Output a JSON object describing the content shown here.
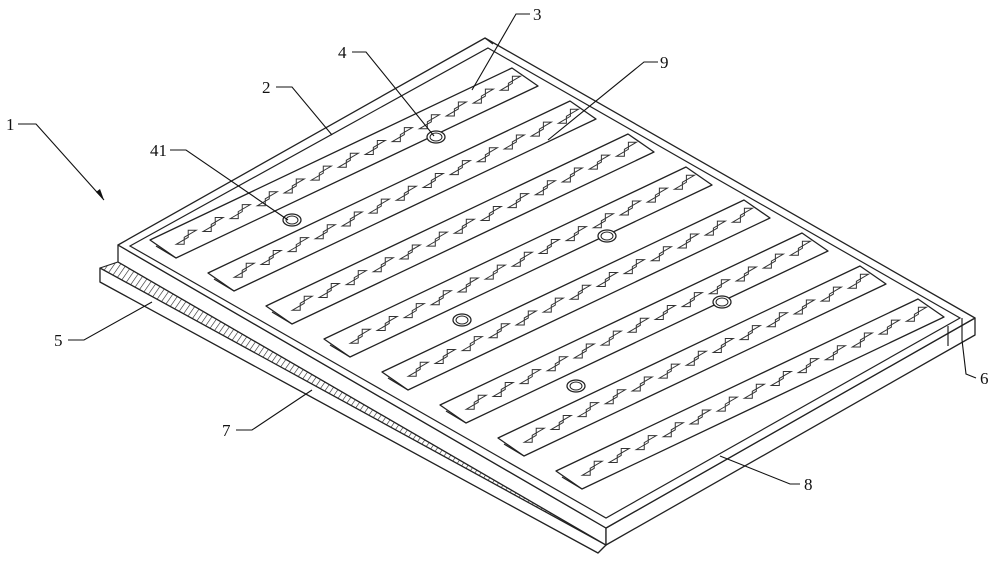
{
  "figure": {
    "labels": {
      "l1": "1",
      "l2": "2",
      "l3": "3",
      "l4": "4",
      "l41": "41",
      "l5": "5",
      "l6": "6",
      "l7": "7",
      "l8": "8",
      "l9": "9"
    },
    "slot_count": 8,
    "ribs_per_slot": 13,
    "holes_count": 6
  }
}
